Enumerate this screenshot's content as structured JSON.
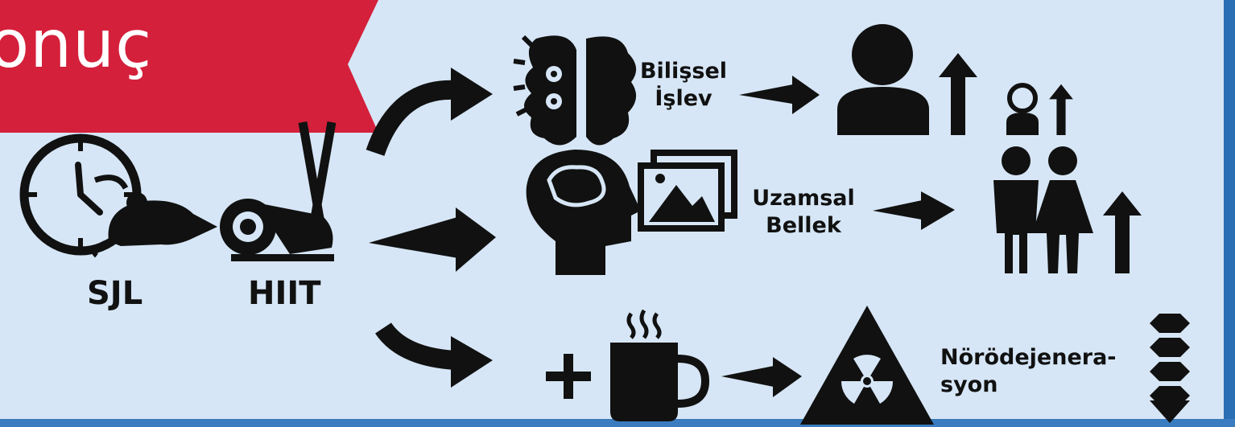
{
  "banner": {
    "text": "onuç",
    "color": "#d4203b"
  },
  "nodes": {
    "sjl": {
      "label": "SJL",
      "icons": [
        "clock-icon",
        "rat-icon"
      ]
    },
    "hiit": {
      "label": "HIIT",
      "icons": [
        "elliptical-trainer-icon"
      ]
    },
    "cognitive": {
      "line1": "Bilişsel",
      "line2": "İşlev",
      "icon": "brain-gears-icon"
    },
    "spatial": {
      "line1": "Uzamsal",
      "line2": "Bellek",
      "icons": [
        "head-brain-icon",
        "pictures-icon"
      ]
    },
    "neuro": {
      "line1": "Nörödejenera-",
      "line2": "syon",
      "icons": [
        "plus-icon",
        "coffee-mug-icon",
        "radiation-warning-icon",
        "down-chevrons-icon"
      ]
    }
  },
  "colors": {
    "background": "#d6e6f6",
    "ink": "#111111",
    "frame": "#2a6fb3"
  }
}
